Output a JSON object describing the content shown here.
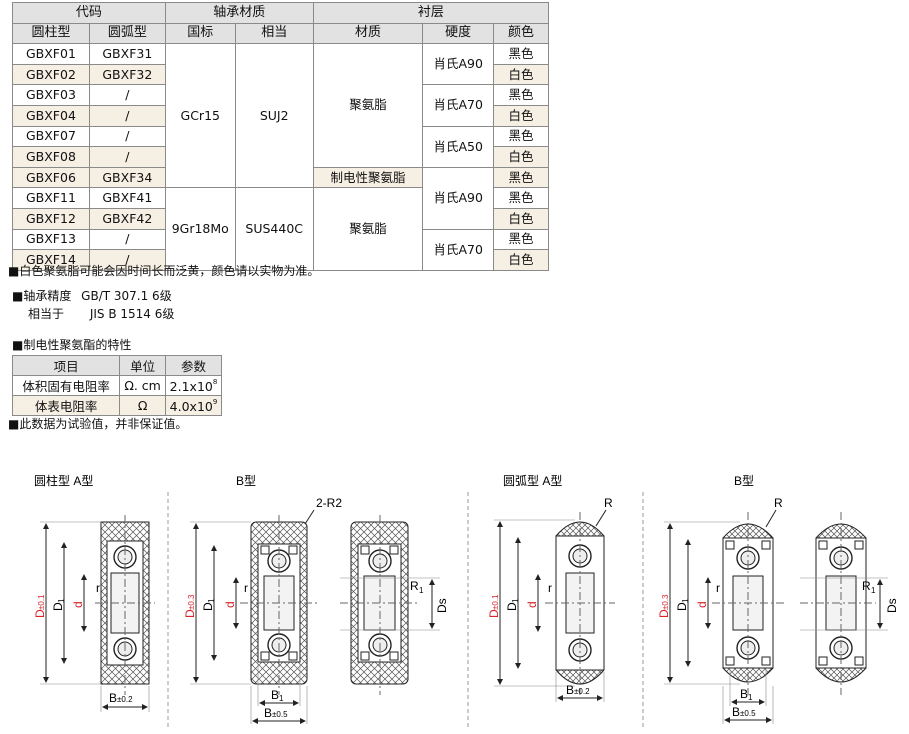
{
  "spec_table": {
    "header": {
      "code": "代码",
      "bearing_material": "轴承材质",
      "lining": "衬层",
      "cylinder": "圆柱型",
      "arc": "圆弧型",
      "gb": "国标",
      "equivalent": "相当",
      "material": "材质",
      "hardness": "硬度",
      "color": "颜色"
    },
    "rows": [
      {
        "c": "GBXF01",
        "a": "GBXF31"
      },
      {
        "c": "GBXF02",
        "a": "GBXF32"
      },
      {
        "c": "GBXF03",
        "a": "/"
      },
      {
        "c": "GBXF04",
        "a": "/"
      },
      {
        "c": "GBXF07",
        "a": "/"
      },
      {
        "c": "GBXF08",
        "a": "/"
      },
      {
        "c": "GBXF06",
        "a": "GBXF34"
      },
      {
        "c": "GBXF11",
        "a": "GBXF41"
      },
      {
        "c": "GBXF12",
        "a": "GBXF42"
      },
      {
        "c": "GBXF13",
        "a": "/"
      },
      {
        "c": "GBXF14",
        "a": "/"
      }
    ],
    "gb1": "GCr15",
    "eq1": "SUJ2",
    "gb2": "9Gr18Mo",
    "eq2": "SUS440C",
    "mat_pu": "聚氨脂",
    "mat_antistatic": "制电性聚氨脂",
    "mat_pu2": "聚氨脂",
    "hard_a90": "肖氏A90",
    "hard_a70": "肖氏A70",
    "hard_a50": "肖氏A50",
    "hard_a90b": "肖氏A90",
    "hard_a70b": "肖氏A70",
    "black": "黑色",
    "white": "白色"
  },
  "notes": {
    "color_note": "■白色聚氨脂可能会因时间长而泛黄，颜色请以实物为准。",
    "precision_label": "■轴承精度",
    "precision_value": "GB/T 307.1 6级",
    "equivalent_label": "相当于",
    "equivalent_value": "JIS B 1514 6级",
    "antistatic_title": "■制电性聚氨酯的特性",
    "test_note": "■此数据为试验值，并非保证值。"
  },
  "props_table": {
    "headers": [
      "项目",
      "单位",
      "参数"
    ],
    "rows": [
      {
        "item": "体积固有电阻率",
        "unit": "Ω. cm",
        "base": "2.1x10",
        "exp": "8"
      },
      {
        "item": "体表电阻率",
        "unit": "Ω",
        "base": "4.0x10",
        "exp": "9"
      }
    ]
  },
  "drawings": {
    "title_cyl_a": "圆柱型  A型",
    "title_cyl_b": "B型",
    "title_arc_a": "圆弧型  A型",
    "title_arc_b": "B型",
    "label_D": "D",
    "label_D_tol1": "±0.1",
    "label_D_tol3": "±0.3",
    "label_D1": "D",
    "sub_1": "1",
    "label_d": "d",
    "label_r": "r",
    "label_B": "B",
    "tol_02": "±0.2",
    "tol_05": "±0.5",
    "label_B1": "B",
    "label_2R2": "2-R2",
    "label_R": "R",
    "label_R1": "R",
    "label_Ds": "Ds"
  }
}
